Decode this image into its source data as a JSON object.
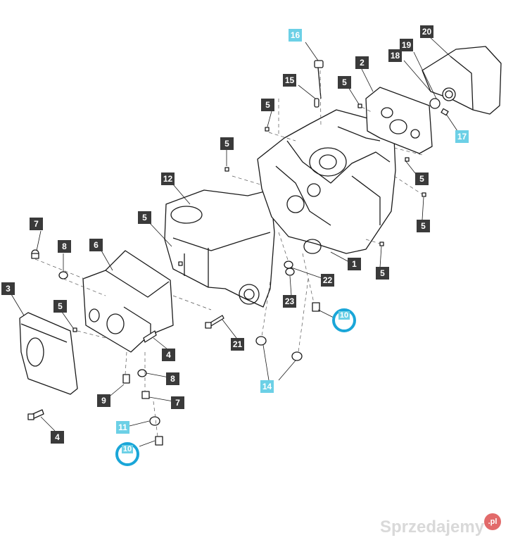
{
  "callouts": {
    "c1": "1",
    "c2": "2",
    "c3": "3",
    "c4a": "4",
    "c4b": "4",
    "c5a": "5",
    "c5b": "5",
    "c5c": "5",
    "c5d": "5",
    "c5e": "5",
    "c5f": "5",
    "c5g": "5",
    "c5h": "5",
    "c6": "6",
    "c7a": "7",
    "c7b": "7",
    "c8a": "8",
    "c8b": "8",
    "c9": "9",
    "c10a": "10",
    "c10b": "10",
    "c11": "11",
    "c12": "12",
    "c14": "14",
    "c15": "15",
    "c16": "16",
    "c17": "17",
    "c18": "18",
    "c19": "19",
    "c20": "20",
    "c21": "21",
    "c22": "22",
    "c23": "23"
  },
  "watermark": {
    "text": "Sprzedajemy",
    "badge": ".pl"
  },
  "colors": {
    "callout_dark": "#3a3a3a",
    "callout_highlight": "#6cd0e6",
    "ring": "#1aa6d8",
    "line": "#1a1a1a"
  }
}
